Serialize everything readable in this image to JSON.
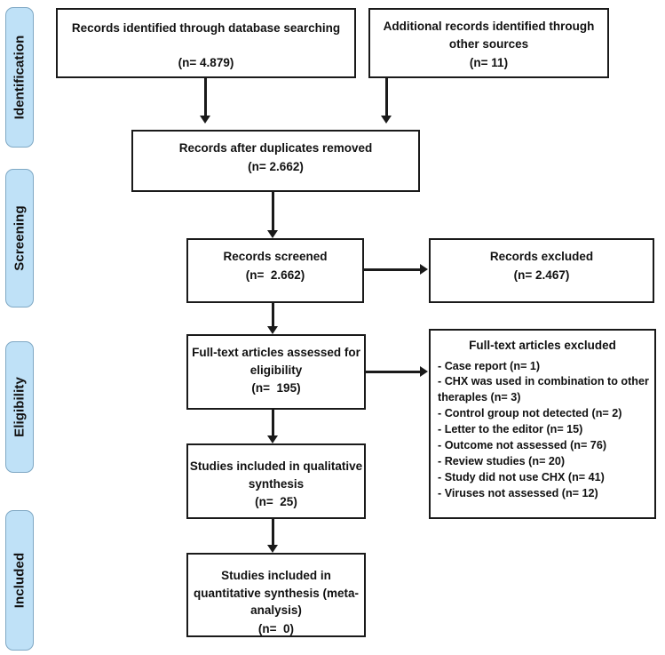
{
  "diagram": {
    "title": "PRISMA flow diagram",
    "accent_color": "#bfe1f7",
    "line_color": "#1a1a1a"
  },
  "stages": [
    {
      "label": "Identification"
    },
    {
      "label": "Screening"
    },
    {
      "label": "Eligibility"
    },
    {
      "label": "Included"
    }
  ],
  "boxes": {
    "identified": {
      "title": "Records identified through database searching",
      "count": "(n= 4.879)"
    },
    "additional": {
      "title": "Additional records identified through other sources",
      "count": "(n= 11)"
    },
    "duplicates": {
      "title": "Records after duplicates removed",
      "count": "(n= 2.662)"
    },
    "screened": {
      "title": "Records screened",
      "count": "(n=  2.662)"
    },
    "excluded": {
      "title": "Records excluded",
      "count": "(n= 2.467)"
    },
    "fulltext": {
      "title": "Full-text articles assessed for eligibility",
      "count": "(n=  195)"
    },
    "qualitative": {
      "title": "Studies included in qualitative synthesis",
      "count": "(n=  25)"
    },
    "quantitative": {
      "title": "Studies included in quantitative synthesis (meta-analysis)",
      "count": "(n=  0)"
    },
    "reasons": {
      "title": "Full-text articles excluded",
      "items": [
        "- Case report (n= 1)",
        "- CHX was used in combination to other theraples (n= 3)",
        "- Control group not detected (n= 2)",
        "- Letter to the editor (n= 15)",
        "- Outcome not assessed (n= 76)",
        "- Review studies (n= 20)",
        "- Study did not use CHX (n= 41)",
        "- Viruses not assessed (n= 12)"
      ]
    }
  }
}
